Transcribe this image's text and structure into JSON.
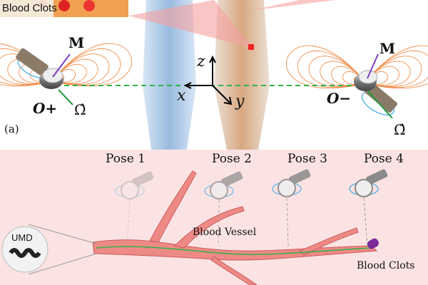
{
  "top_panel": {
    "inset_label": "Blood Clots",
    "panel_label": "(a)",
    "left_magnet": {
      "moment": "M",
      "axis": "Ω̂",
      "origin": "O+"
    },
    "right_magnet": {
      "moment": "M",
      "axis": "Ω̂",
      "origin": "O−"
    },
    "axes": {
      "z": "z",
      "x": "x",
      "y": "y"
    }
  },
  "bottom_panel": {
    "poses": [
      "Pose 1",
      "Pose 2",
      "Pose 3",
      "Pose 4"
    ],
    "umd_label": "UMD",
    "vessel_label": "Blood Vessel",
    "clots_label": "Blood Clots"
  },
  "colors": {
    "field_lines": "#f07a2a",
    "bottom_bg": "#fbe3e3",
    "vessel": "#ee8a86",
    "path": "#2db34a",
    "moment": "#7b3fc0",
    "axis": "#1f9e3a"
  }
}
